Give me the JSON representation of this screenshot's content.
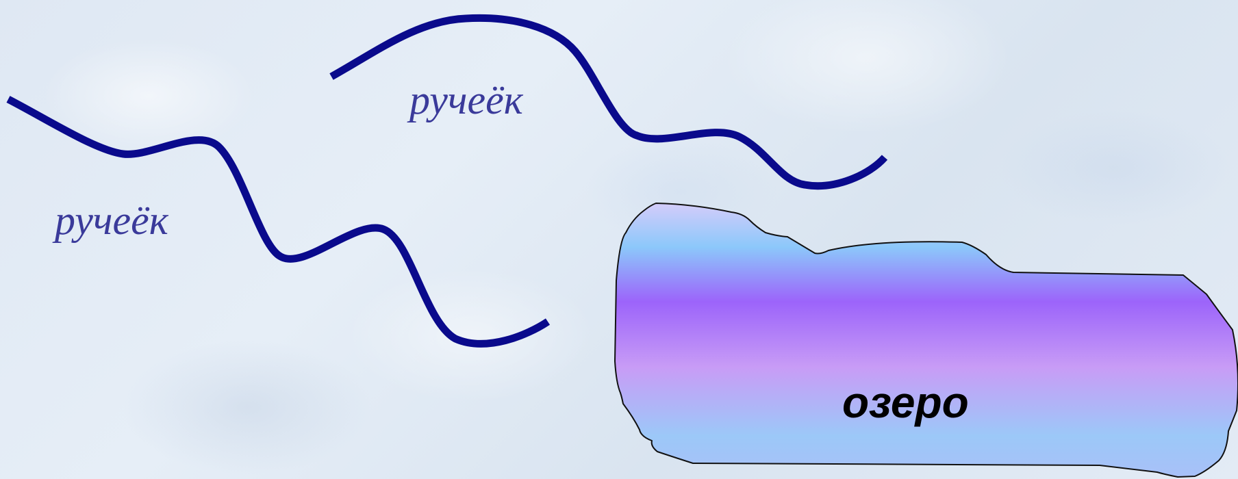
{
  "colors": {
    "stream": "#0a0a8c",
    "stream_label": "#3a3a9a",
    "lake_label": "#000000",
    "lake_top": "#d4ccfa",
    "lake_light": "#8cc8fa",
    "lake_violet": "#9c64fa",
    "lake_lilac": "#c89cf6",
    "lake_bottom": "#9cc8f8"
  },
  "labels": {
    "stream_1": "ручеёк",
    "stream_2": "ручеёк",
    "lake": "озеро"
  }
}
